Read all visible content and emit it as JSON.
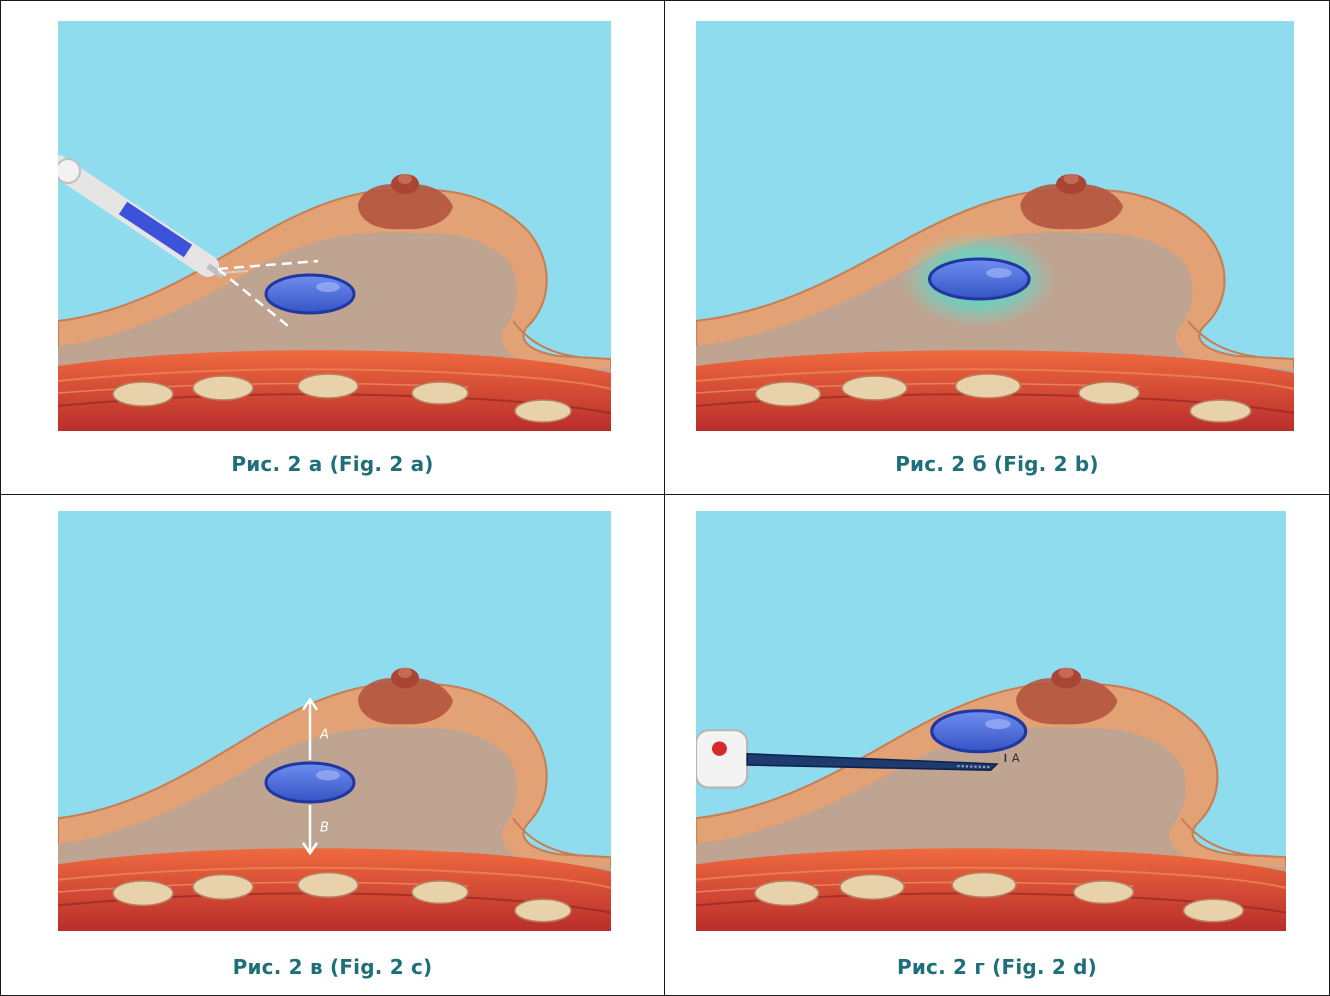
{
  "figures": [
    {
      "caption": "Рис. 2 а (Fig. 2 a)"
    },
    {
      "caption": "Рис. 2 б (Fig. 2 b)"
    },
    {
      "caption": "Рис. 2 в (Fig. 2 c)",
      "label_a": "A",
      "label_b": "B"
    },
    {
      "caption": "Рис. 2 г (Fig. 2 d)",
      "label_a": "A"
    }
  ],
  "colors": {
    "sky": "#8fdcef",
    "skin": "#e2a275",
    "skin_edge": "#c97d52",
    "tissue": "#bea491",
    "muscle": "#d84a35",
    "fat_pad": "#e8d2ac",
    "tumor": "#4a6fd8",
    "nipple": "#b4553f",
    "glow": "#3fe0c8",
    "caption": "#1f6f7a"
  }
}
